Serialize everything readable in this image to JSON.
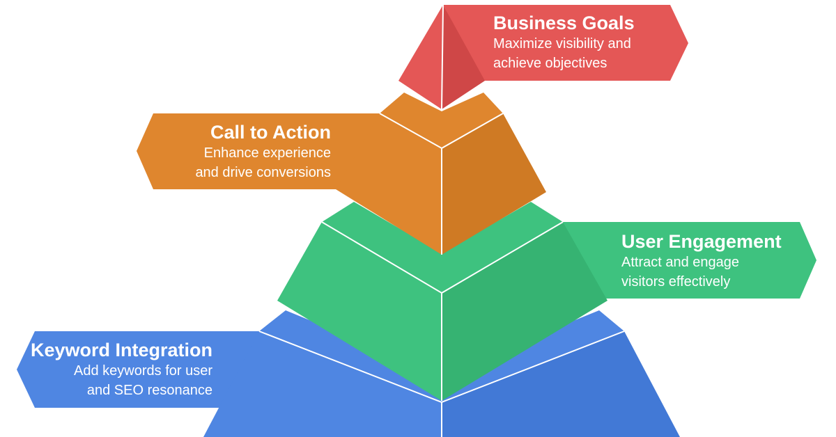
{
  "tiers": [
    {
      "id": "business-goals",
      "title": "Business Goals",
      "description_lines": [
        "Maximize visibility and",
        "achieve objectives"
      ],
      "color": "#E45756",
      "shade_dark": "#CF4747"
    },
    {
      "id": "call-to-action",
      "title": "Call to Action",
      "description_lines": [
        "Enhance experience",
        "and drive conversions"
      ],
      "color": "#DF862E",
      "shade_dark": "#CF7A24"
    },
    {
      "id": "user-engagement",
      "title": "User Engagement",
      "description_lines": [
        "Attract and engage",
        "visitors effectively"
      ],
      "color": "#3EC27F",
      "shade_dark": "#36B372"
    },
    {
      "id": "keyword-integration",
      "title": "Keyword Integration",
      "description_lines": [
        "Add keywords for user",
        "and SEO resonance"
      ],
      "color": "#4F86E2",
      "shade_dark": "#4279D6"
    }
  ]
}
